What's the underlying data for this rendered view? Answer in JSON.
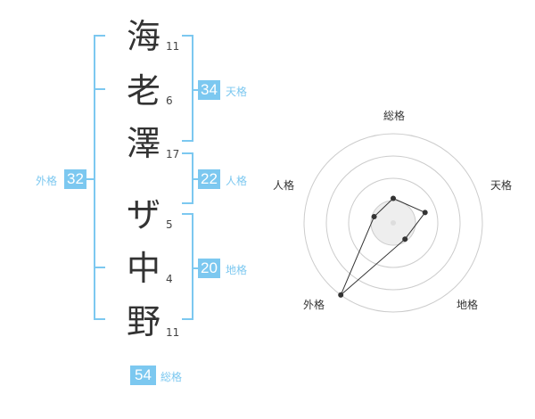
{
  "name": {
    "characters": [
      {
        "char": "海",
        "strokes": "11"
      },
      {
        "char": "老",
        "strokes": "6"
      },
      {
        "char": "澤",
        "strokes": "17"
      },
      {
        "char": "ザ",
        "strokes": "5"
      },
      {
        "char": "中",
        "strokes": "4"
      },
      {
        "char": "野",
        "strokes": "11"
      }
    ]
  },
  "fortune": {
    "tenkaku": {
      "value": "34",
      "label": "天格"
    },
    "jinkaku": {
      "value": "22",
      "label": "人格"
    },
    "chikaku": {
      "value": "20",
      "label": "地格"
    },
    "gaikaku": {
      "value": "32",
      "label": "外格"
    },
    "soukaku": {
      "value": "54",
      "label": "総格"
    }
  },
  "radar": {
    "labels": {
      "soukaku": "総格",
      "tenkaku": "天格",
      "chikaku": "地格",
      "gaikaku": "外格",
      "jinkaku": "人格"
    },
    "max": 4,
    "values": {
      "soukaku": 1.1,
      "tenkaku": 1.5,
      "chikaku": 0.9,
      "gaikaku": 4.0,
      "jinkaku": 0.9
    }
  },
  "colors": {
    "accent": "#7cc8f0",
    "text": "#333333",
    "ring": "#cccccc",
    "center": "#eeeeee"
  }
}
